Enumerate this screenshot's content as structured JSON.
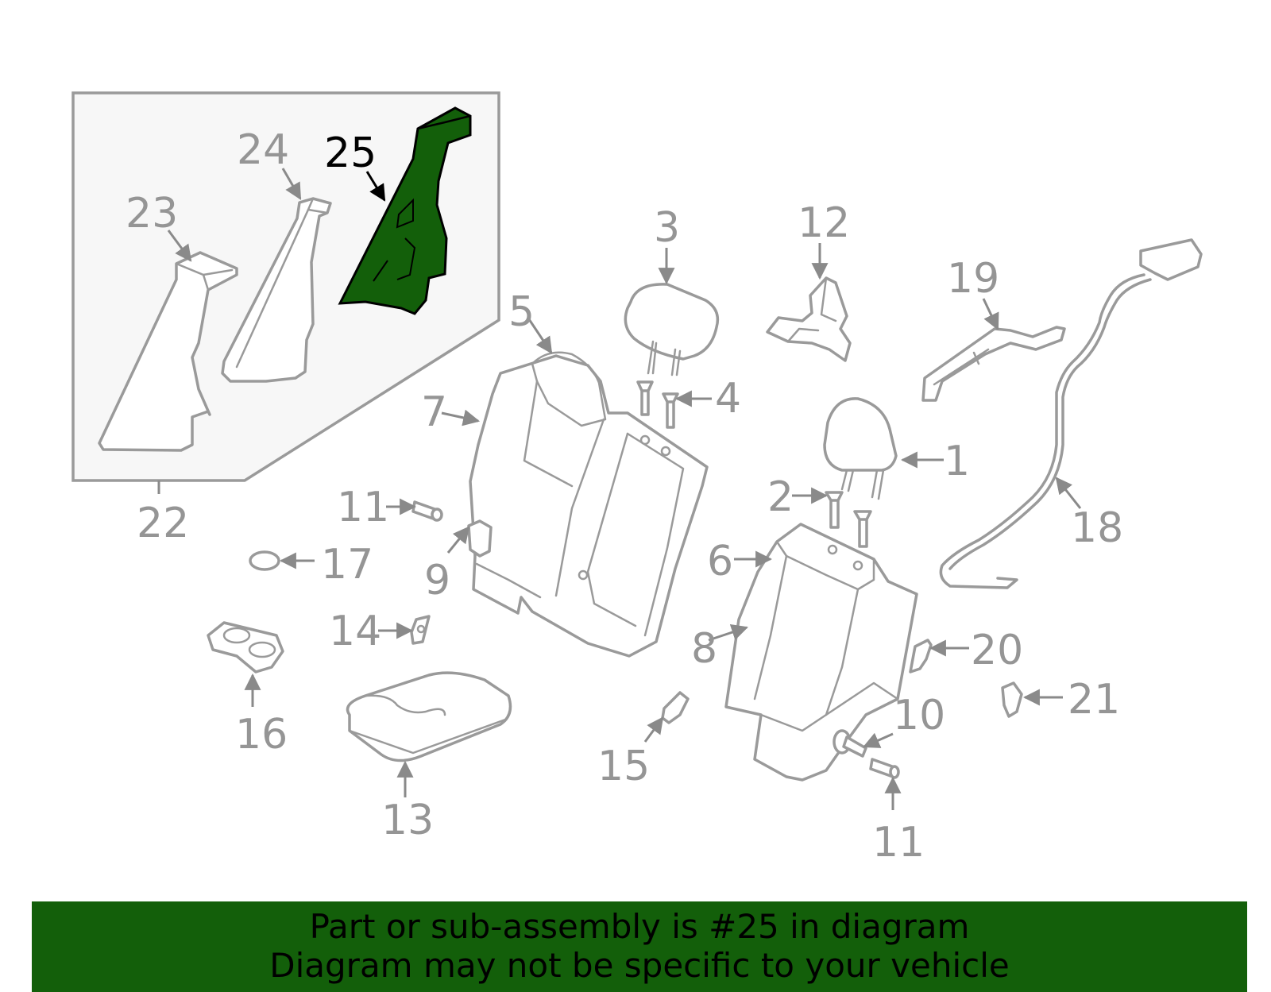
{
  "colors": {
    "highlight": "#135f0a",
    "banner_bg": "#135f0a",
    "banner_text": "#000000",
    "part_stroke": "#9a9a9a",
    "label_gray": "#959595",
    "inset_bg": "#f7f7f7"
  },
  "highlighted_part": "25",
  "callouts": {
    "c1": "1",
    "c2": "2",
    "c3": "3",
    "c4": "4",
    "c5": "5",
    "c6": "6",
    "c7": "7",
    "c8": "8",
    "c9": "9",
    "c10": "10",
    "c11a": "11",
    "c11b": "11",
    "c12": "12",
    "c13": "13",
    "c14": "14",
    "c15": "15",
    "c16": "16",
    "c17": "17",
    "c18": "18",
    "c19": "19",
    "c20": "20",
    "c21": "21",
    "c22": "22",
    "c23": "23",
    "c24": "24",
    "c25": "25"
  },
  "banner": {
    "line1": "Part or sub-assembly is #25 in diagram",
    "line2": "Diagram may not be specific to your vehicle"
  }
}
